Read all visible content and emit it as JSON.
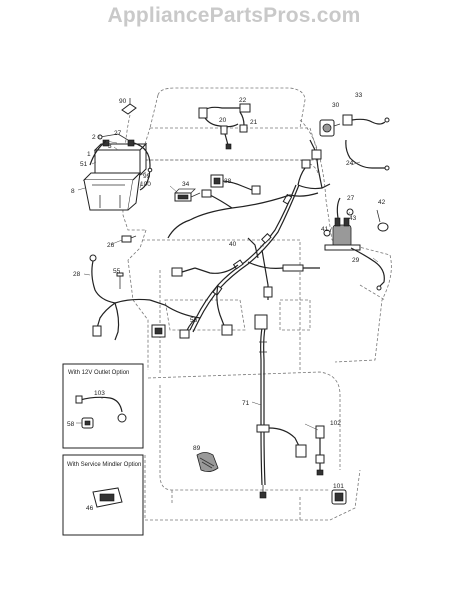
{
  "watermark": "AppliancePartsPros.com",
  "insets": {
    "outlet": {
      "title": "With 12V Outlet Option",
      "parts": [
        "103",
        "58"
      ]
    },
    "mulcher": {
      "title": "With Service Mindler Option",
      "parts": [
        "46"
      ]
    }
  },
  "labels": {
    "p90": "90",
    "p22": "22",
    "p20": "20",
    "p21": "21",
    "p33": "33",
    "p30": "30",
    "p2": "2",
    "p27a": "27",
    "p3": "3",
    "p1": "1",
    "p51": "51",
    "p8": "8",
    "p99": "99",
    "p100": "100",
    "p24": "24",
    "p34": "34",
    "p38": "38",
    "p27b": "27",
    "p43": "43",
    "p42": "42",
    "p41": "41",
    "p26": "26",
    "p40": "40",
    "p29": "29",
    "p28": "28",
    "p55": "55",
    "p56": "56",
    "p71": "71",
    "p102": "102",
    "p89": "89",
    "p101": "101"
  }
}
